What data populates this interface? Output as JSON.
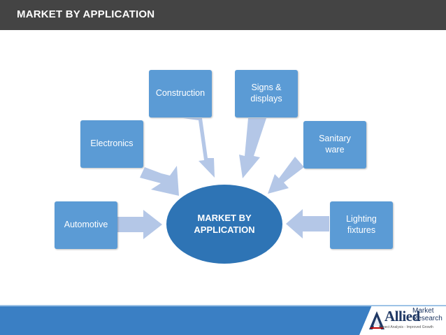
{
  "header": {
    "title": "MARKET BY APPLICATION"
  },
  "hub": {
    "label": "MARKET BY\nAPPLICATION"
  },
  "nodes": [
    {
      "label": "Automotive"
    },
    {
      "label": "Electronics"
    },
    {
      "label": "Construction"
    },
    {
      "label": "Signs &\ndisplays"
    },
    {
      "label": "Sanitary\nware"
    },
    {
      "label": "Lighting\nfixtures"
    }
  ],
  "logo": {
    "brand": "Allied",
    "line1": "Market",
    "line2": "Research",
    "tagline": "Expect Analysis - Improved Growth"
  },
  "colors": {
    "header_bg": "#444444",
    "node": "#5b9bd5",
    "hub": "#2e74b5",
    "arrow": "#b4c7e7",
    "footer": "#3a7fc4"
  }
}
